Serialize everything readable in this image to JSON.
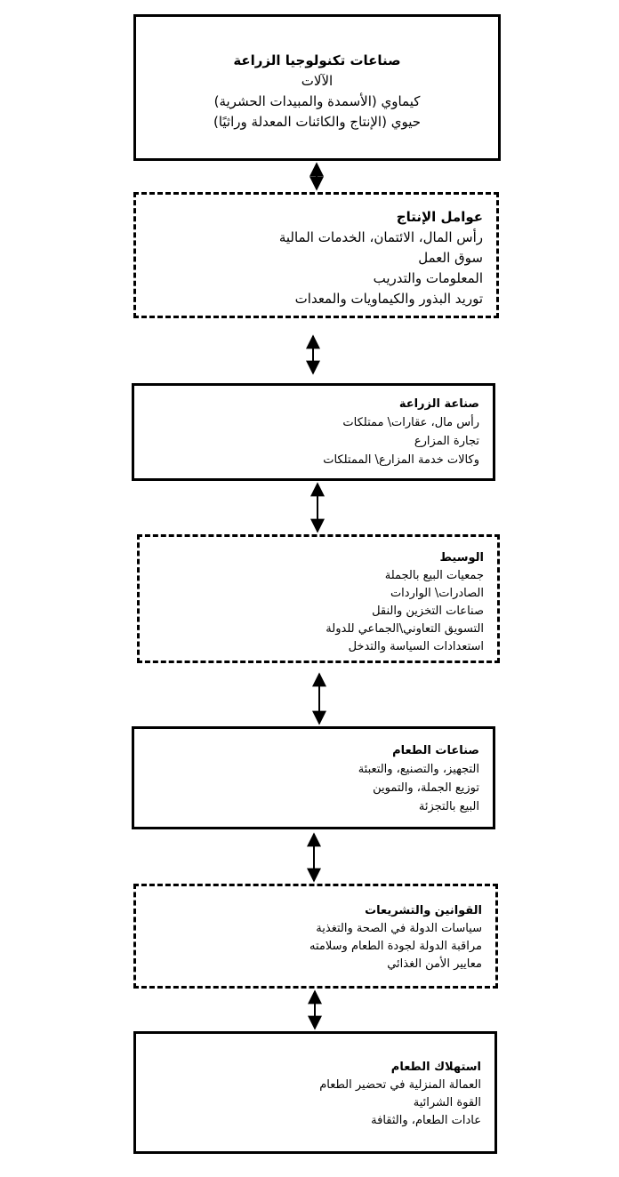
{
  "boxes": [
    {
      "title": "صناعات تكنولوجيا الزراعة",
      "lines": [
        "الآلات",
        "كيماوي (الأسمدة والمبيدات الحشرية)",
        "حيوي (الإنتاج والكائنات المعدلة وراثيًا)"
      ]
    },
    {
      "title": "عوامل الإنتاج",
      "lines": [
        "رأس المال، الائتمان، الخدمات المالية",
        "سوق العمل",
        "المعلومات والتدريب",
        "توريد البذور والكيماويات والمعدات"
      ]
    },
    {
      "title": "صناعة الزراعة",
      "lines": [
        "رأس مال، عقارات\\ ممتلكات",
        "تجارة المزارع",
        "وكالات خدمة المزارع\\ الممتلكات"
      ]
    },
    {
      "title": "الوسيط",
      "lines": [
        "جمعيات البيع بالجملة",
        "الصادرات\\ الواردات",
        "صناعات التخزين والنقل",
        "التسويق التعاوني\\الجماعي للدولة",
        "استعدادات السياسة والتدخل"
      ]
    },
    {
      "title": "صناعات الطعام",
      "lines": [
        "التجهيز، والتصنيع، والتعبئة",
        "توزيع الجملة، والتموين",
        "البيع بالتجزئة"
      ]
    },
    {
      "title": "القوانين والتشريعات",
      "lines": [
        "سياسات الدولة في الصحة والتغذية",
        "مراقبة الدولة لجودة الطعام وسلامته",
        "معايير الأمن الغذائي"
      ]
    },
    {
      "title": "استهلاك الطعام",
      "lines": [
        "العمالة المنزلية في تحضير الطعام",
        "القوة الشرائية",
        "عادات الطعام، والثقافة"
      ]
    }
  ]
}
